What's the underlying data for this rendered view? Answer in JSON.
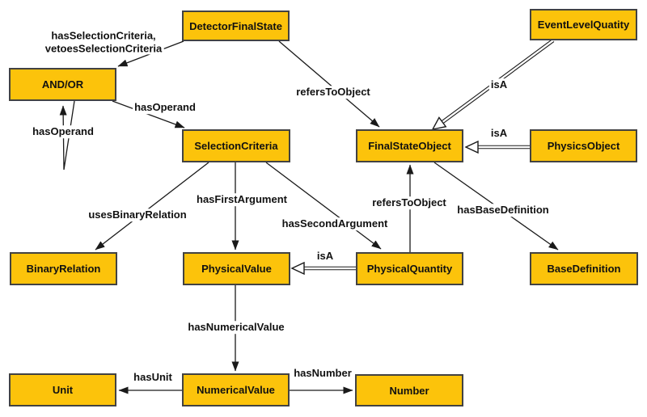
{
  "diagram": {
    "kind": "ontology-graph",
    "background": "#ffffff",
    "colors": {
      "node_fill": "#FCC30B",
      "node_border": "#424242",
      "edge_line": "#1a1a1a",
      "text": "#111111"
    },
    "nodes": [
      {
        "id": "detector-final-state",
        "label": "DetectorFinalState"
      },
      {
        "id": "event-level-quatity",
        "label": "EventLevelQuatity"
      },
      {
        "id": "and-or",
        "label": "AND/OR"
      },
      {
        "id": "selection-criteria",
        "label": "SelectionCriteria"
      },
      {
        "id": "final-state-object",
        "label": "FinalStateObject"
      },
      {
        "id": "physics-object",
        "label": "PhysicsObject"
      },
      {
        "id": "binary-relation",
        "label": "BinaryRelation"
      },
      {
        "id": "physical-value",
        "label": "PhysicalValue"
      },
      {
        "id": "physical-quantity",
        "label": "PhysicalQuantity"
      },
      {
        "id": "base-definition",
        "label": "BaseDefinition"
      },
      {
        "id": "unit",
        "label": "Unit"
      },
      {
        "id": "numerical-value",
        "label": "NumericalValue"
      },
      {
        "id": "number",
        "label": "Number"
      }
    ],
    "edges": [
      {
        "label": "hasSelectionCriteria,\nvetoesSelectionCriteria",
        "from": "DetectorFinalState",
        "to": "AND/OR",
        "arrow": "filled"
      },
      {
        "label": "hasOperand",
        "from": "AND/OR",
        "to": "AND/OR",
        "arrow": "filled"
      },
      {
        "label": "hasOperand",
        "from": "AND/OR",
        "to": "SelectionCriteria",
        "arrow": "filled"
      },
      {
        "label": "refersToObject",
        "from": "DetectorFinalState",
        "to": "FinalStateObject",
        "arrow": "filled"
      },
      {
        "label": "isA",
        "from": "EventLevelQuatity",
        "to": "FinalStateObject",
        "arrow": "open-double"
      },
      {
        "label": "isA",
        "from": "PhysicsObject",
        "to": "FinalStateObject",
        "arrow": "open-double"
      },
      {
        "label": "usesBinaryRelation",
        "from": "SelectionCriteria",
        "to": "BinaryRelation",
        "arrow": "filled"
      },
      {
        "label": "hasFirstArgument",
        "from": "SelectionCriteria",
        "to": "PhysicalValue",
        "arrow": "filled"
      },
      {
        "label": "hasSecondArgument",
        "from": "SelectionCriteria",
        "to": "PhysicalQuantity",
        "arrow": "filled"
      },
      {
        "label": "refersToObject",
        "from": "PhysicalQuantity",
        "to": "FinalStateObject",
        "arrow": "filled"
      },
      {
        "label": "isA",
        "from": "PhysicalQuantity",
        "to": "PhysicalValue",
        "arrow": "open-double"
      },
      {
        "label": "hasBaseDefinition",
        "from": "FinalStateObject",
        "to": "BaseDefinition",
        "arrow": "filled"
      },
      {
        "label": "hasNumericalValue",
        "from": "PhysicalValue",
        "to": "NumericalValue",
        "arrow": "filled"
      },
      {
        "label": "hasUnit",
        "from": "NumericalValue",
        "to": "Unit",
        "arrow": "filled"
      },
      {
        "label": "hasNumber",
        "from": "NumericalValue",
        "to": "Number",
        "arrow": "filled"
      }
    ]
  }
}
